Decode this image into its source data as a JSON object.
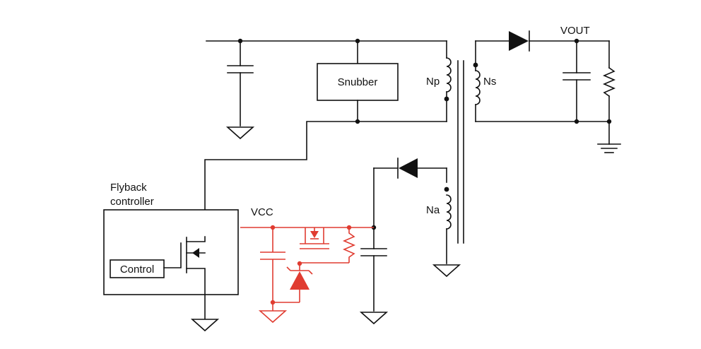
{
  "labels": {
    "snubber": "Snubber",
    "np": "Np",
    "ns": "Ns",
    "na": "Na",
    "vout": "VOUT",
    "vcc": "VCC",
    "flyback_line1": "Flyback",
    "flyback_line2": "controller",
    "control": "Control"
  },
  "colors": {
    "wire": "#111111",
    "highlight": "#e03c31",
    "background": "#ffffff"
  }
}
